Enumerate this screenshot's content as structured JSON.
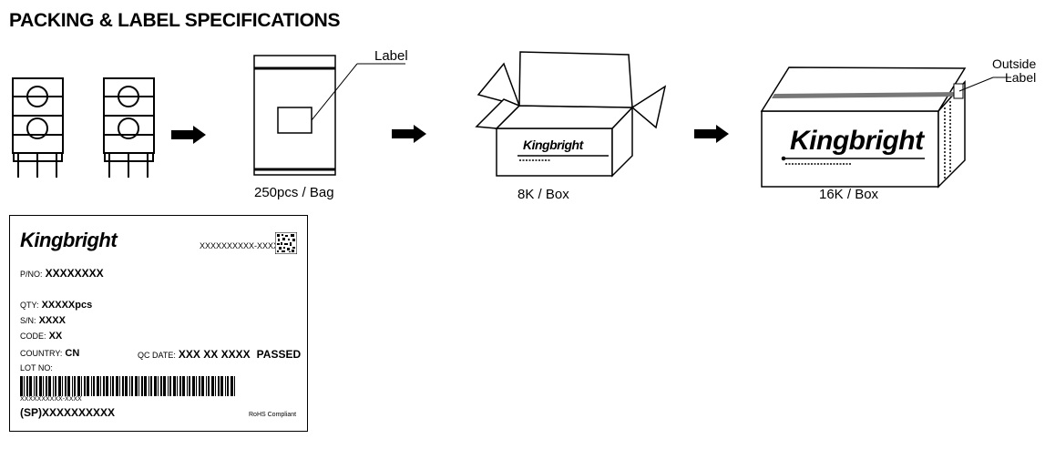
{
  "title": "PACKING & LABEL SPECIFICATIONS",
  "steps": {
    "bag_caption": "250pcs / Bag",
    "bag_label_callout": "Label",
    "box_caption": "8K / Box",
    "box_brand": "Kingbright",
    "carton_caption": "16K / Box",
    "carton_brand": "Kingbright",
    "outside_label_line1": "Outside",
    "outside_label_line2": "Label"
  },
  "label_card": {
    "brand": "Kingbright",
    "code_text": "XXXXXXXXXX-XXXX",
    "pno_key": "P/NO:",
    "pno_val": "XXXXXXXX",
    "qty_key": "QTY:",
    "qty_val": "XXXXXpcs",
    "sn_key": "S/N:",
    "sn_val": "XXXX",
    "code_key": "CODE:",
    "code_val": "XX",
    "country_key": "COUNTRY:",
    "country_val": "CN",
    "qc_key": "QC DATE:",
    "qc_val": "XXX XX XXXX",
    "passed": "PASSED",
    "lot_key": "LOT NO:",
    "barcode_text": "XXXXXXXXXX-XXXX",
    "sp_line": "(SP)XXXXXXXXXX",
    "rohs": "RoHS Compliant"
  }
}
